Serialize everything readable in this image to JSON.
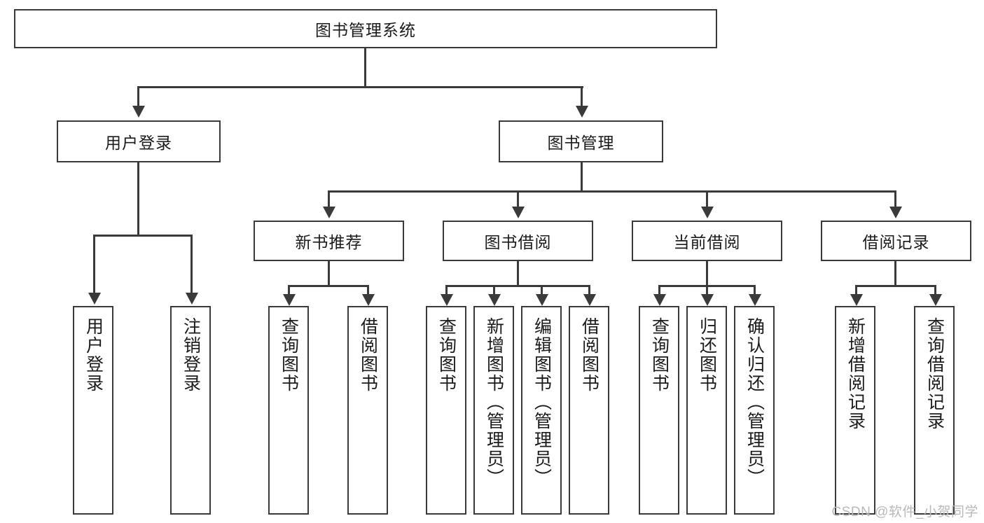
{
  "diagram": {
    "title": "图书管理系统",
    "root": {
      "label": "图书管理系统"
    },
    "level2": [
      {
        "label": "用户登录"
      },
      {
        "label": "图书管理"
      }
    ],
    "level3": [
      {
        "label": "新书推荐"
      },
      {
        "label": "图书借阅"
      },
      {
        "label": "当前借阅"
      },
      {
        "label": "借阅记录"
      }
    ],
    "leaves": [
      {
        "label": "用户登录"
      },
      {
        "label": "注销登录"
      },
      {
        "label": "查询图书"
      },
      {
        "label": "借阅图书"
      },
      {
        "label": "查询图书"
      },
      {
        "label": "新增图书（管理员）"
      },
      {
        "label": "编辑图书（管理员）"
      },
      {
        "label": "借阅图书"
      },
      {
        "label": "查询图书"
      },
      {
        "label": "归还图书"
      },
      {
        "label": "确认归还（管理员）"
      },
      {
        "label": "新增借阅记录"
      },
      {
        "label": "查询借阅记录"
      }
    ],
    "watermark": "CSDN @软件_小贺同学",
    "colors": {
      "stroke": "#3a3a3a",
      "fill": "#ffffff",
      "text": "#1b1b1b",
      "watermark": "#b9b9b9"
    }
  }
}
